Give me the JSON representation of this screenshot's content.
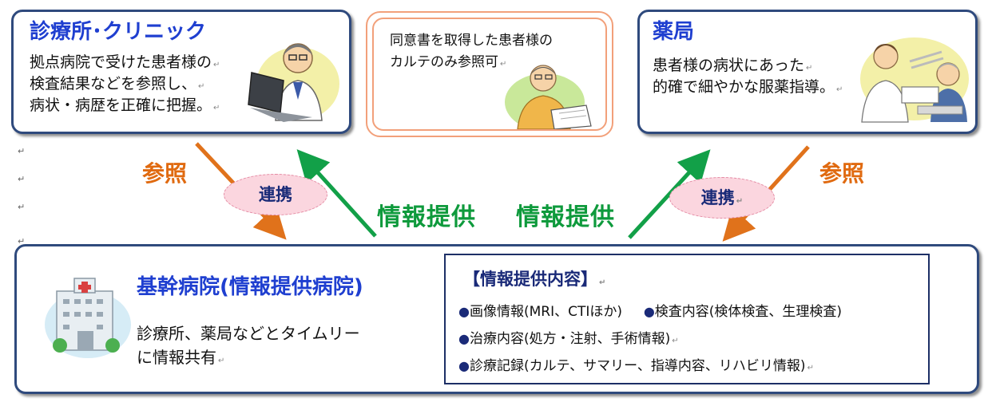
{
  "clinic": {
    "title": "診療所･クリニック",
    "lines": [
      "拠点病院で受けた患者様の",
      "検査結果などを参照し、",
      "病状・病歴を正確に把握。"
    ]
  },
  "consent": {
    "lines": [
      "同意書を取得した患者様の",
      "カルテのみ参照可"
    ]
  },
  "pharmacy": {
    "title": "薬局",
    "lines": [
      "患者様の病状にあった",
      "的確で細やかな服薬指導。"
    ]
  },
  "flow": {
    "left_ref": "参照",
    "left_link": "連携",
    "left_provide": "情報提供",
    "right_provide": "情報提供",
    "right_link": "連携",
    "right_ref": "参照"
  },
  "hospital": {
    "title": "基幹病院(情報提供病院)",
    "lines": [
      "診療所、薬局などとタイムリー",
      "に情報共有"
    ]
  },
  "info": {
    "title": "【情報提供内容】",
    "items": [
      "画像情報(MRI、CTIほか)",
      "検査内容(検体検査、生理検査)",
      "治療内容(処方・注射、手術情報)",
      "診療記録(カルテ、サマリー、指導内容、リハビリ情報)"
    ]
  },
  "colors": {
    "title_blue": "#1f3fd0",
    "box_border": "#2f4a7d",
    "arrow_orange": "#e0721b",
    "arrow_green": "#12a048",
    "pill_pink": "#fbd6df",
    "consent_border": "#f2a07a"
  },
  "icons": [
    "doctor-laptop-icon",
    "patient-writing-icon",
    "pharmacist-icon",
    "hospital-building-icon"
  ]
}
